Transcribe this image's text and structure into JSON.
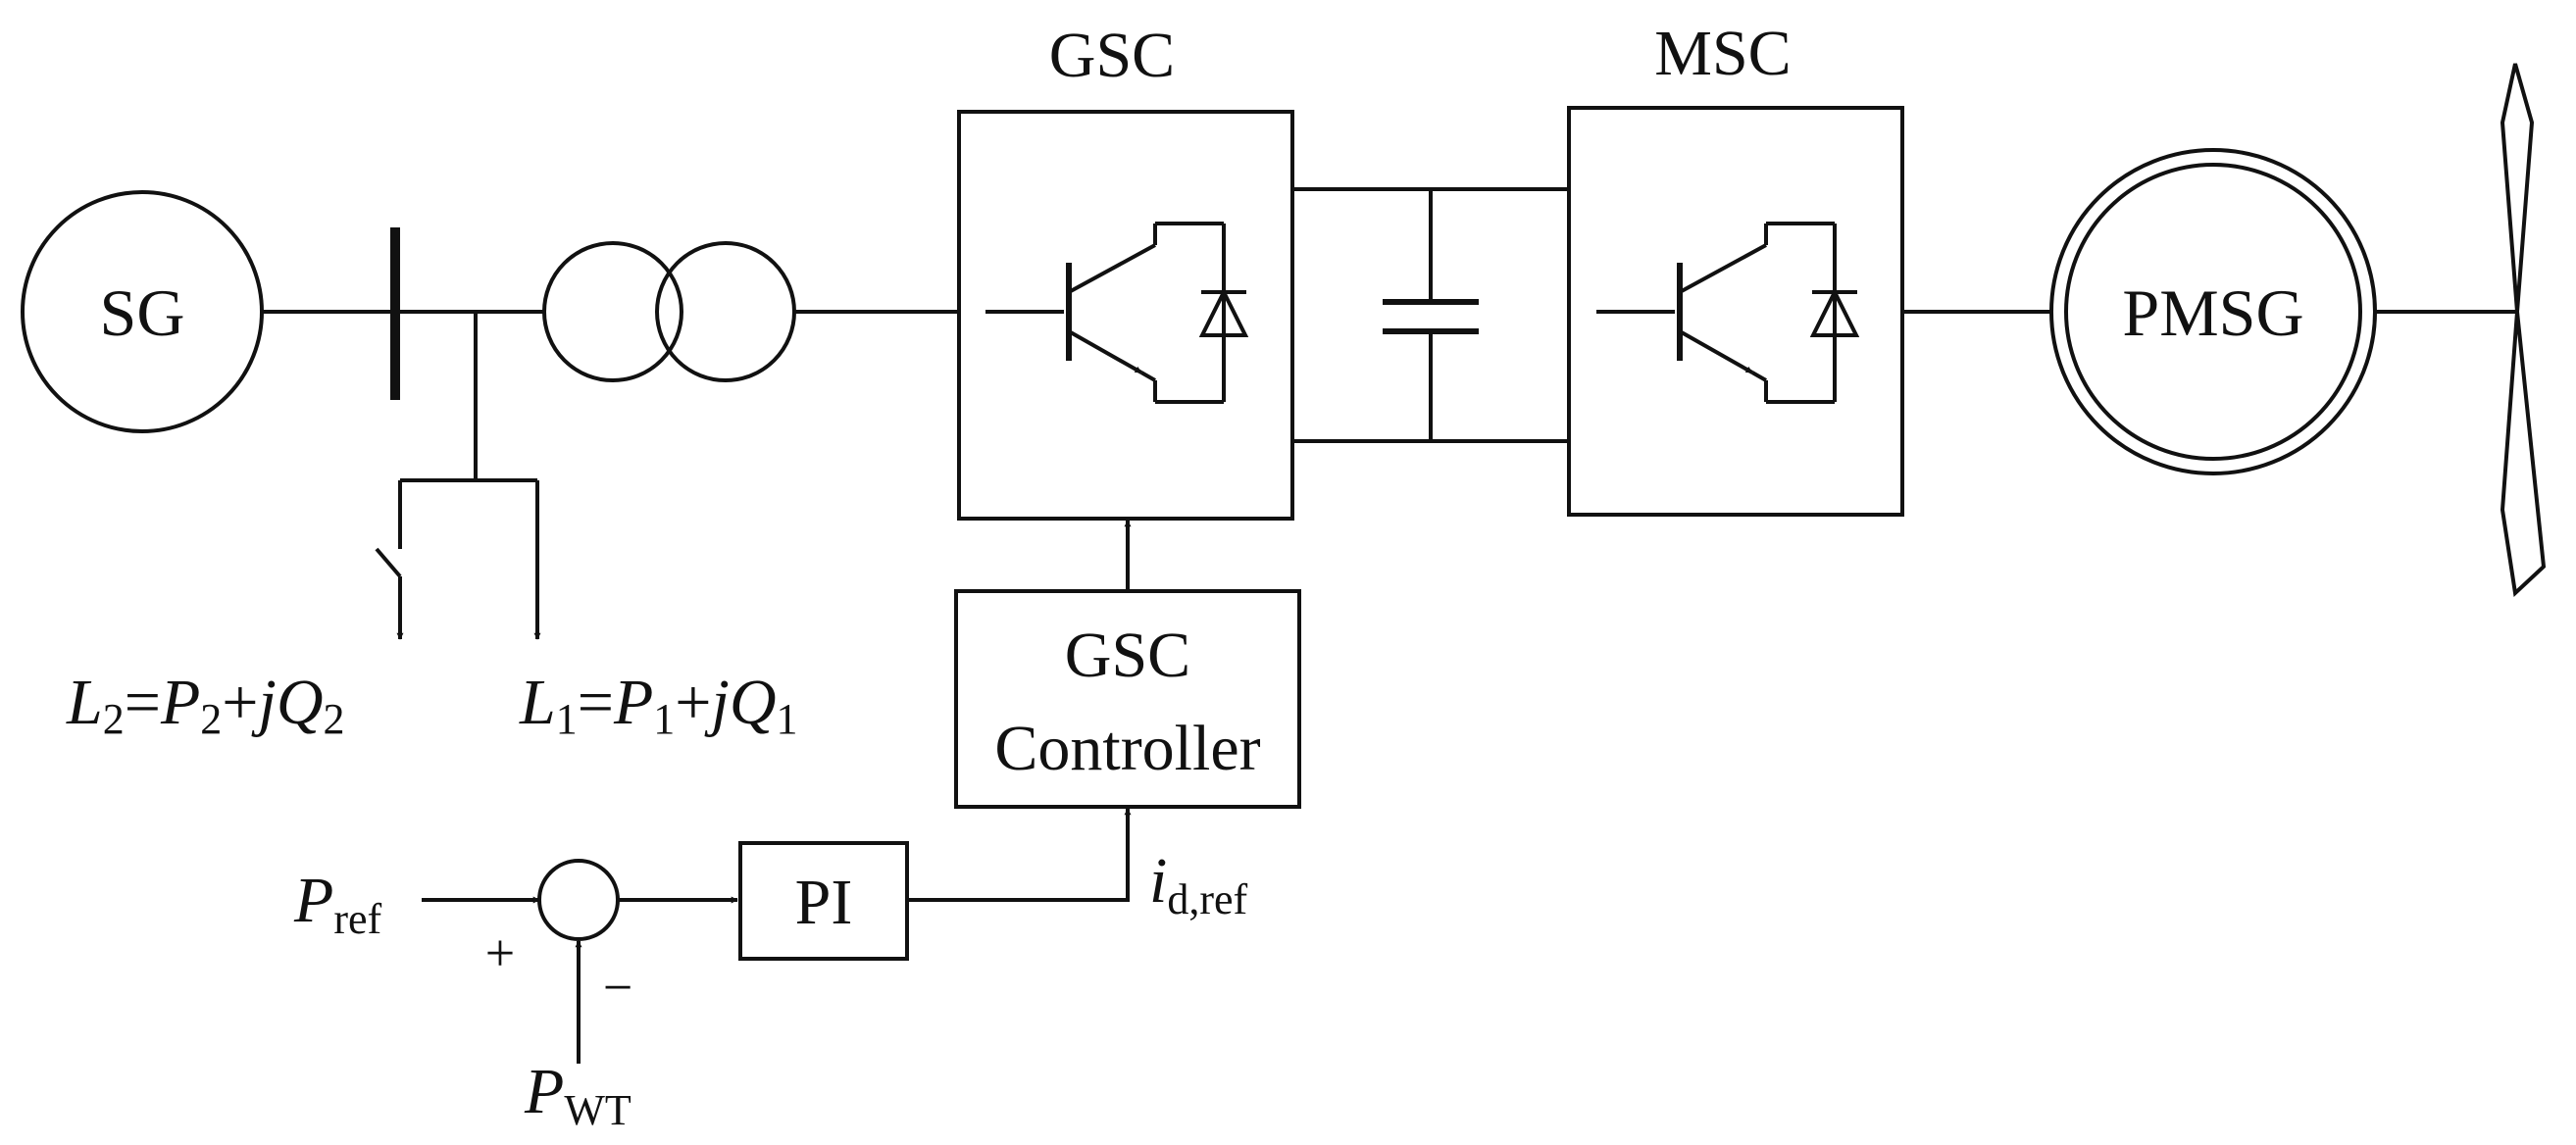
{
  "blocks": {
    "sg": "SG",
    "gsc": "GSC",
    "msc": "MSC",
    "pmsg": "PMSG",
    "pi": "PI",
    "controller_line1": "GSC",
    "controller_line2": "Controller"
  },
  "loads": {
    "l2": {
      "sym": "L",
      "sub": "2",
      "eq": "=",
      "p": "P",
      "p_sub": "2",
      "plus": "+",
      "jq": "jQ",
      "q_sub": "2"
    },
    "l1": {
      "sym": "L",
      "sub": "1",
      "eq": "=",
      "p": "P",
      "p_sub": "1",
      "plus": "+",
      "jq": "jQ",
      "q_sub": "1"
    }
  },
  "signals": {
    "pref": {
      "sym": "P",
      "sub": "ref"
    },
    "pwt": {
      "sym": "P",
      "sub": "WT"
    },
    "idref": {
      "sym": "i",
      "sub": "d,ref"
    },
    "plus_sign": "+",
    "minus_sign": "−"
  }
}
